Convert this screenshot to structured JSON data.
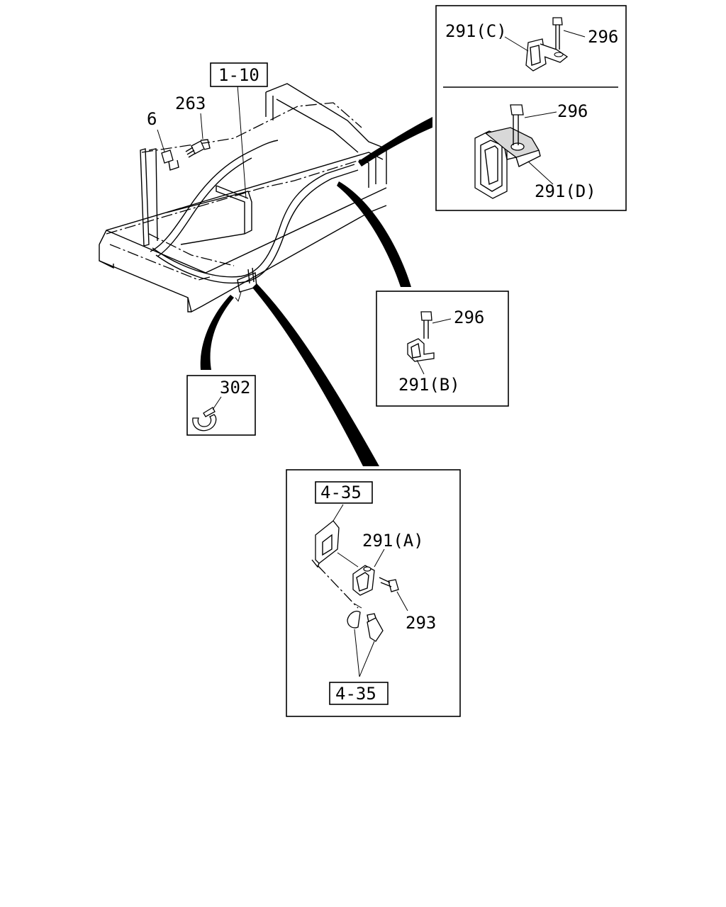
{
  "callouts": {
    "ref_1_10": "1-10",
    "part_263": "263",
    "part_6": "6",
    "part_302": "302",
    "c_291c": "291(C)",
    "c_296_c": "296",
    "c_296_d": "296",
    "c_291d": "291(D)",
    "b_296": "296",
    "b_291b": "291(B)",
    "a_ref_top": "4-35",
    "a_291a": "291(A)",
    "a_293": "293",
    "a_ref_bottom": "4-35"
  }
}
